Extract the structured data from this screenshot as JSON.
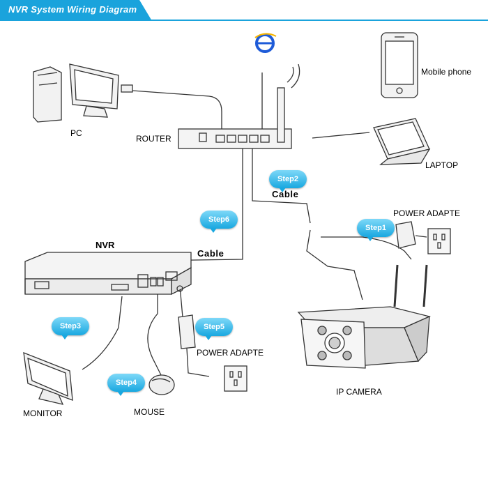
{
  "header": {
    "title": "NVR System Wiring Diagram"
  },
  "labels": {
    "pc": "PC",
    "router": "ROUTER",
    "mobile_phone": "Mobile phone",
    "laptop": "LAPTOP",
    "nvr": "NVR",
    "cable_router_camera": "Cable",
    "cable_nvr_router": "Cable",
    "power_adapter_camera": "POWER ADAPTE",
    "power_adapter_nvr": "POWER ADAPTE",
    "ip_camera": "IP  CAMERA",
    "monitor": "MONITOR",
    "mouse": "MOUSE"
  },
  "steps": {
    "step1": "Step1",
    "step2": "Step2",
    "step3": "Step3",
    "step4": "Step4",
    "step5": "Step5",
    "step6": "Step6"
  },
  "colors": {
    "banner": "#1aa3dc",
    "step_badge": "#19a8e0",
    "line": "#333333",
    "ie_logo": "#1e5bd8"
  },
  "icons": [
    "internet-explorer-icon",
    "mobile-phone-icon",
    "pc-icon",
    "router-icon",
    "laptop-icon",
    "nvr-icon",
    "ip-camera-icon",
    "monitor-icon",
    "mouse-icon",
    "power-adapter-icon",
    "wall-socket-icon"
  ]
}
